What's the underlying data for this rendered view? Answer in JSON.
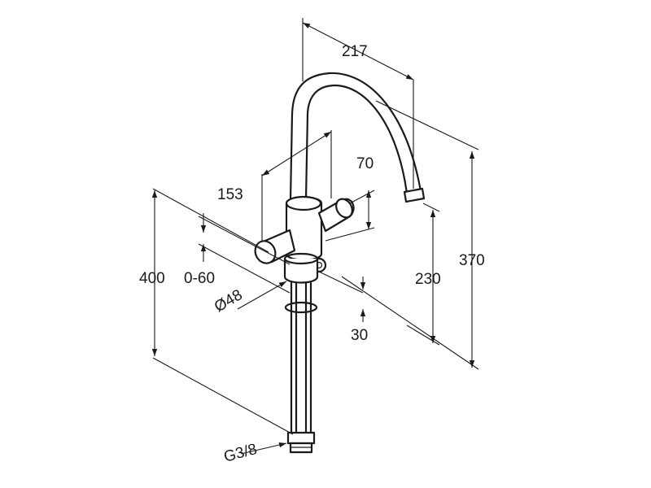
{
  "dimensions": {
    "spout_reach": "217",
    "handle_spread": "153",
    "handle_size": "70",
    "overall_height": "370",
    "spout_height": "230",
    "hose_length": "400",
    "deck_thickness": "0-60",
    "base_diameter": "Ø48",
    "hole_spacing": "30",
    "connection_thread": "G3/8"
  }
}
